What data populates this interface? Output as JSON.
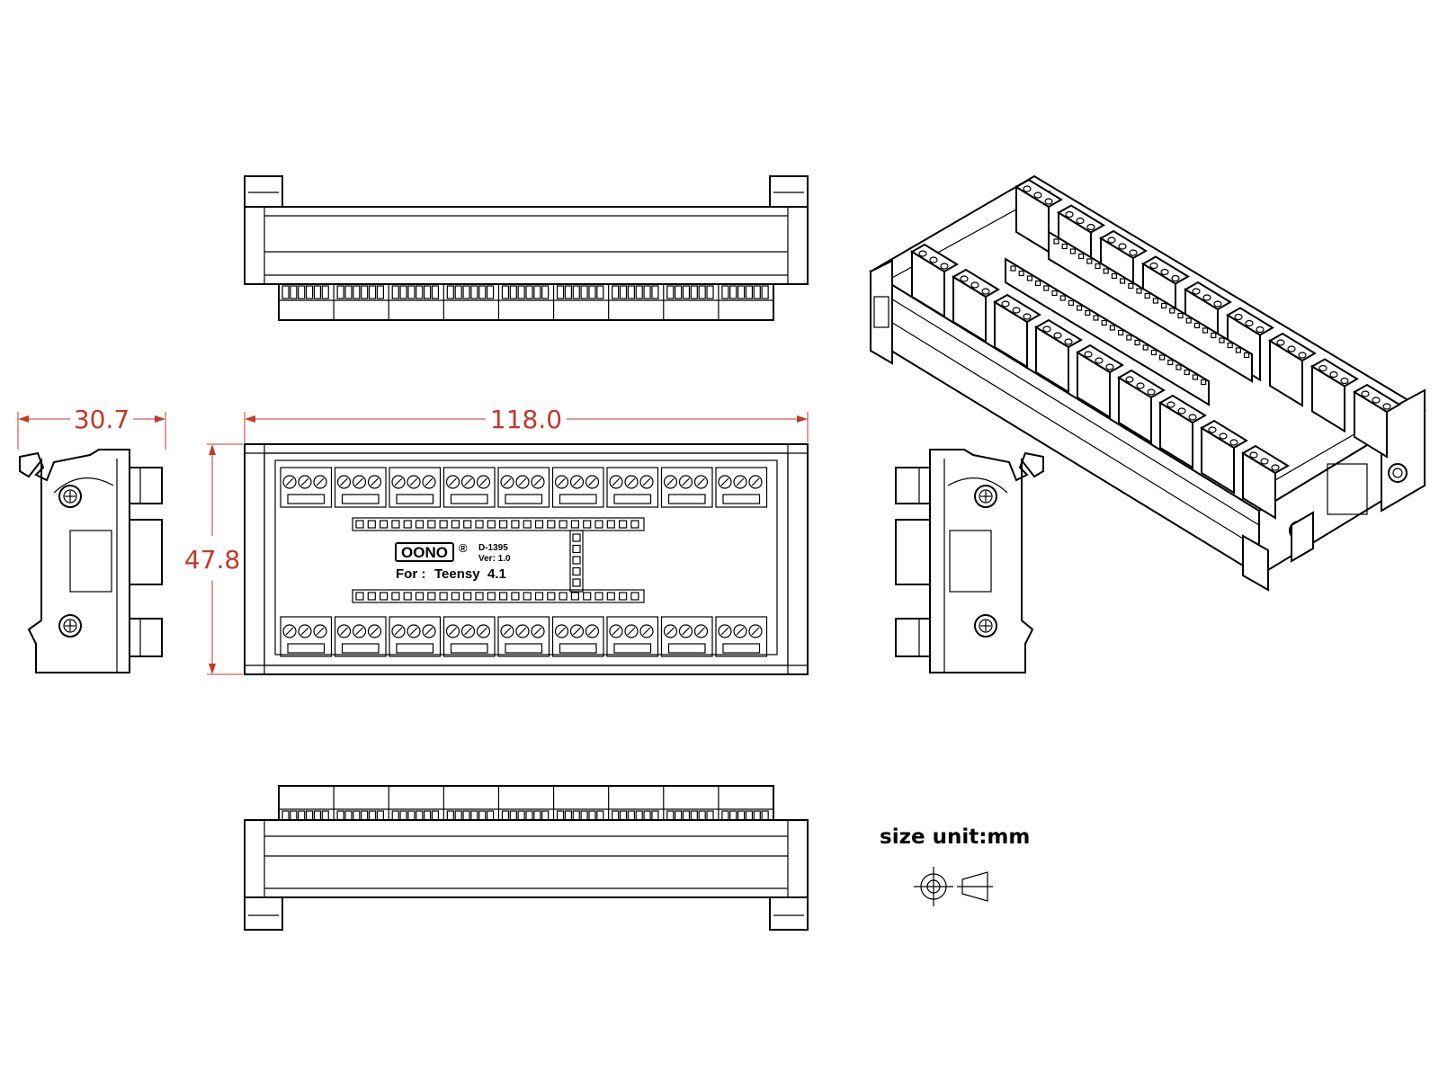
{
  "dimensions": {
    "depth": "30.7",
    "length": "118.0",
    "height": "47.8"
  },
  "board": {
    "brand": "OONO",
    "registered_mark": "®",
    "model": "D-1395",
    "version": "Ver: 1.0",
    "for_label": "For :",
    "target": "Teensy",
    "target_version": "4.1"
  },
  "units": {
    "label": "size unit:mm",
    "projection_symbol": "third-angle-projection-icon"
  },
  "terminals": {
    "blocks_per_row": 9,
    "screws_per_block": 3,
    "header_pins_per_row": 24
  },
  "colors": {
    "line": "#000000",
    "dimension": "#c0392b",
    "background": "#ffffff"
  }
}
